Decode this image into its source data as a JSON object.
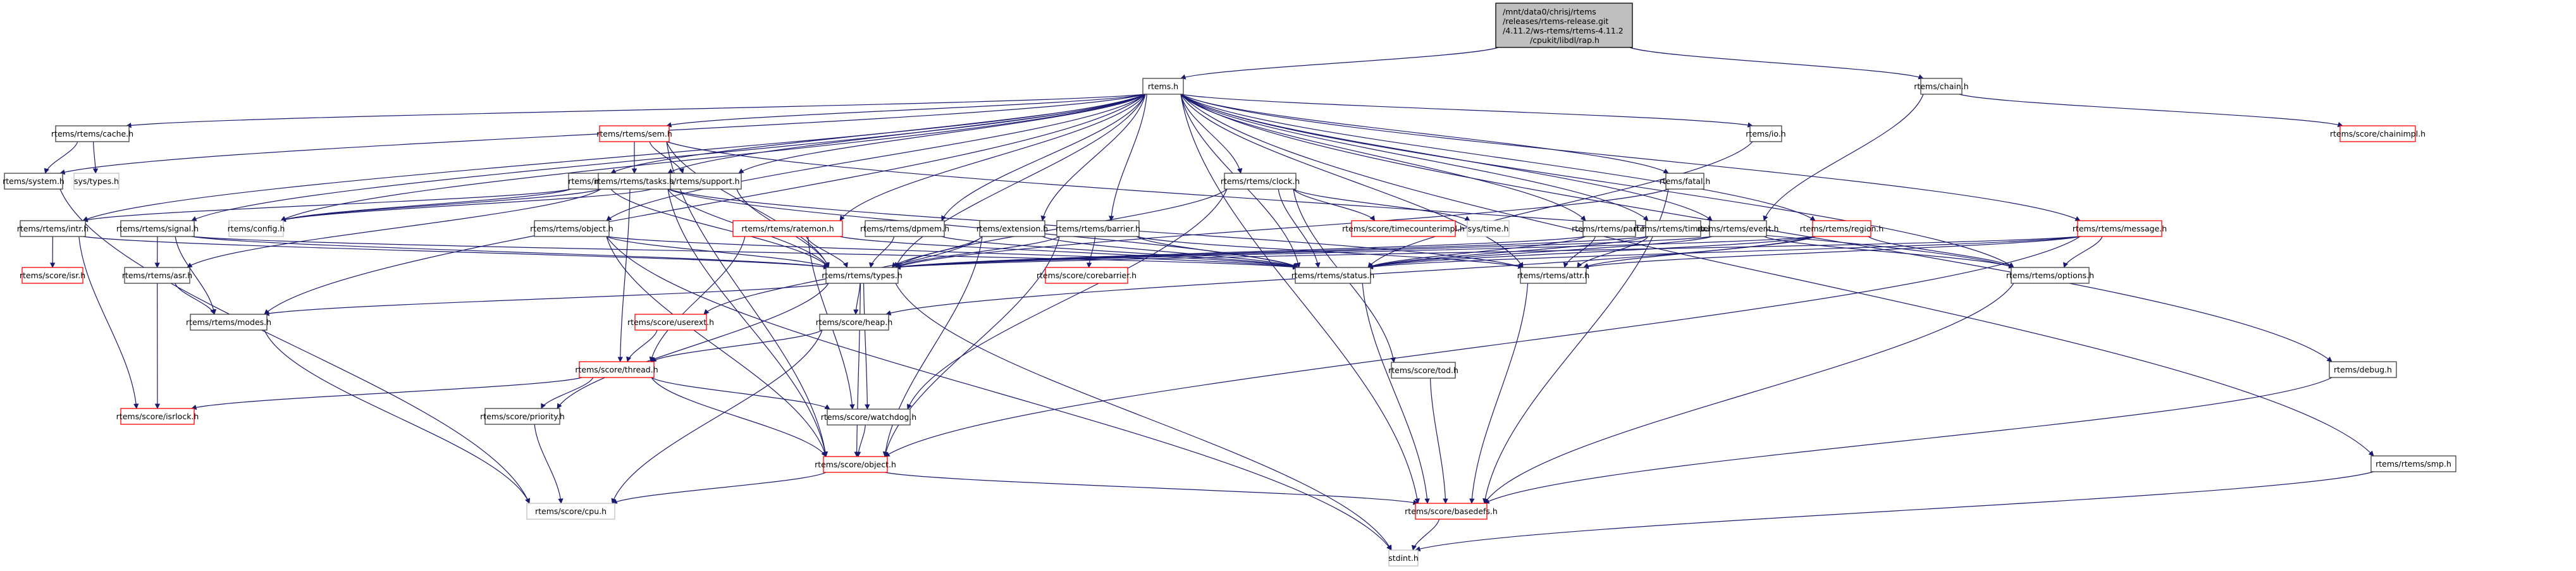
{
  "graph": {
    "title": "Include dependency graph for rap.h",
    "root": {
      "id": "root",
      "label_lines": [
        "/mnt/data0/chrisj/rtems",
        "/releases/rtems-release.git",
        "/4.11.2/ws-rtems/rtems-4.11.2",
        "/cpukit/libdl/rap.h"
      ]
    },
    "legend_colors": {
      "edge": "#191970",
      "normal_border": "#404040",
      "truncated_border": "#ff0000",
      "external_border": "#bfbfbf",
      "root_fill": "#bfbfbf"
    },
    "nodes": [
      {
        "id": "rtems_h",
        "label": "rtems.h",
        "kind": "normal"
      },
      {
        "id": "chain_h",
        "label": "rtems/chain.h",
        "kind": "normal"
      },
      {
        "id": "cache_h",
        "label": "rtems/rtems/cache.h",
        "kind": "normal"
      },
      {
        "id": "system_h",
        "label": "rtems/system.h",
        "kind": "normal"
      },
      {
        "id": "systypes_h",
        "label": "sys/types.h",
        "kind": "external"
      },
      {
        "id": "init_h",
        "label": "rtems/init.h",
        "kind": "normal"
      },
      {
        "id": "support_h",
        "label": "rtems/rtems/support.h",
        "kind": "normal"
      },
      {
        "id": "sem_h",
        "label": "rtems/rtems/sem.h",
        "kind": "truncated"
      },
      {
        "id": "tasks_h",
        "label": "rtems/rtems/tasks.h",
        "kind": "normal"
      },
      {
        "id": "clock_h",
        "label": "rtems/rtems/clock.h",
        "kind": "normal"
      },
      {
        "id": "io_h",
        "label": "rtems/io.h",
        "kind": "normal"
      },
      {
        "id": "fatal_h",
        "label": "rtems/fatal.h",
        "kind": "normal"
      },
      {
        "id": "chainimpl_h",
        "label": "rtems/score/chainimpl.h",
        "kind": "truncated"
      },
      {
        "id": "intr_h",
        "label": "rtems/rtems/intr.h",
        "kind": "normal"
      },
      {
        "id": "signal_h",
        "label": "rtems/rtems/signal.h",
        "kind": "normal"
      },
      {
        "id": "config_h",
        "label": "rtems/config.h",
        "kind": "external"
      },
      {
        "id": "object_rh",
        "label": "rtems/rtems/object.h",
        "kind": "normal"
      },
      {
        "id": "ratemon_h",
        "label": "rtems/rtems/ratemon.h",
        "kind": "truncated"
      },
      {
        "id": "dpmem_h",
        "label": "rtems/rtems/dpmem.h",
        "kind": "normal"
      },
      {
        "id": "extension_h",
        "label": "rtems/extension.h",
        "kind": "normal"
      },
      {
        "id": "barrier_h",
        "label": "rtems/rtems/barrier.h",
        "kind": "normal"
      },
      {
        "id": "timecounterimpl_h",
        "label": "rtems/score/timecounterimpl.h",
        "kind": "truncated"
      },
      {
        "id": "systime_h",
        "label": "sys/time.h",
        "kind": "external"
      },
      {
        "id": "part_h",
        "label": "rtems/rtems/part.h",
        "kind": "normal"
      },
      {
        "id": "timer_h",
        "label": "rtems/rtems/timer.h",
        "kind": "normal"
      },
      {
        "id": "event_h",
        "label": "rtems/rtems/event.h",
        "kind": "normal"
      },
      {
        "id": "region_h",
        "label": "rtems/rtems/region.h",
        "kind": "truncated"
      },
      {
        "id": "message_h",
        "label": "rtems/rtems/message.h",
        "kind": "truncated"
      },
      {
        "id": "isr_h",
        "label": "rtems/score/isr.h",
        "kind": "truncated"
      },
      {
        "id": "asr_h",
        "label": "rtems/rtems/asr.h",
        "kind": "normal"
      },
      {
        "id": "types_h",
        "label": "rtems/rtems/types.h",
        "kind": "normal"
      },
      {
        "id": "corebarrier_h",
        "label": "rtems/score/corebarrier.h",
        "kind": "truncated"
      },
      {
        "id": "status_h",
        "label": "rtems/rtems/status.h",
        "kind": "normal"
      },
      {
        "id": "attr_h",
        "label": "rtems/rtems/attr.h",
        "kind": "normal"
      },
      {
        "id": "options_h",
        "label": "rtems/rtems/options.h",
        "kind": "normal"
      },
      {
        "id": "modes_h",
        "label": "rtems/rtems/modes.h",
        "kind": "normal"
      },
      {
        "id": "userext_h",
        "label": "rtems/score/userext.h",
        "kind": "truncated"
      },
      {
        "id": "heap_h",
        "label": "rtems/score/heap.h",
        "kind": "normal"
      },
      {
        "id": "tod_h",
        "label": "rtems/score/tod.h",
        "kind": "normal"
      },
      {
        "id": "debug_h",
        "label": "rtems/debug.h",
        "kind": "normal"
      },
      {
        "id": "thread_h",
        "label": "rtems/score/thread.h",
        "kind": "truncated"
      },
      {
        "id": "isrlock_h",
        "label": "rtems/score/isrlock.h",
        "kind": "truncated"
      },
      {
        "id": "priority_h",
        "label": "rtems/score/priority.h",
        "kind": "normal"
      },
      {
        "id": "watchdog_h",
        "label": "rtems/score/watchdog.h",
        "kind": "normal"
      },
      {
        "id": "object_sh",
        "label": "rtems/score/object.h",
        "kind": "truncated"
      },
      {
        "id": "smp_h",
        "label": "rtems/rtems/smp.h",
        "kind": "normal"
      },
      {
        "id": "cpu_h",
        "label": "rtems/score/cpu.h",
        "kind": "external"
      },
      {
        "id": "basedefs_h",
        "label": "rtems/score/basedefs.h",
        "kind": "truncated"
      },
      {
        "id": "stdint_h",
        "label": "stdint.h",
        "kind": "external"
      }
    ],
    "edges": [
      [
        "root",
        "rtems_h"
      ],
      [
        "root",
        "chain_h"
      ],
      [
        "rtems_h",
        "cache_h"
      ],
      [
        "rtems_h",
        "system_h"
      ],
      [
        "rtems_h",
        "init_h"
      ],
      [
        "rtems_h",
        "support_h"
      ],
      [
        "rtems_h",
        "sem_h"
      ],
      [
        "rtems_h",
        "tasks_h"
      ],
      [
        "rtems_h",
        "clock_h"
      ],
      [
        "rtems_h",
        "io_h"
      ],
      [
        "rtems_h",
        "fatal_h"
      ],
      [
        "rtems_h",
        "intr_h"
      ],
      [
        "rtems_h",
        "signal_h"
      ],
      [
        "rtems_h",
        "config_h"
      ],
      [
        "rtems_h",
        "object_rh"
      ],
      [
        "rtems_h",
        "ratemon_h"
      ],
      [
        "rtems_h",
        "dpmem_h"
      ],
      [
        "rtems_h",
        "extension_h"
      ],
      [
        "rtems_h",
        "barrier_h"
      ],
      [
        "rtems_h",
        "part_h"
      ],
      [
        "rtems_h",
        "timer_h"
      ],
      [
        "rtems_h",
        "event_h"
      ],
      [
        "rtems_h",
        "region_h"
      ],
      [
        "rtems_h",
        "message_h"
      ],
      [
        "rtems_h",
        "debug_h"
      ],
      [
        "rtems_h",
        "smp_h"
      ],
      [
        "rtems_h",
        "types_h"
      ],
      [
        "rtems_h",
        "status_h"
      ],
      [
        "rtems_h",
        "modes_h"
      ],
      [
        "rtems_h",
        "options_h"
      ],
      [
        "rtems_h",
        "attr_h"
      ],
      [
        "rtems_h",
        "basedefs_h"
      ],
      [
        "chain_h",
        "chainimpl_h"
      ],
      [
        "chain_h",
        "event_h"
      ],
      [
        "cache_h",
        "system_h"
      ],
      [
        "cache_h",
        "systypes_h"
      ],
      [
        "system_h",
        "cpu_h"
      ],
      [
        "init_h",
        "intr_h"
      ],
      [
        "init_h",
        "config_h"
      ],
      [
        "init_h",
        "types_h"
      ],
      [
        "support_h",
        "config_h"
      ],
      [
        "support_h",
        "types_h"
      ],
      [
        "sem_h",
        "support_h"
      ],
      [
        "sem_h",
        "tasks_h"
      ],
      [
        "sem_h",
        "object_sh"
      ],
      [
        "sem_h",
        "types_h"
      ],
      [
        "sem_h",
        "options_h"
      ],
      [
        "tasks_h",
        "config_h"
      ],
      [
        "tasks_h",
        "types_h"
      ],
      [
        "tasks_h",
        "asr_h"
      ],
      [
        "tasks_h",
        "thread_h"
      ],
      [
        "tasks_h",
        "object_sh"
      ],
      [
        "tasks_h",
        "status_h"
      ],
      [
        "tasks_h",
        "attr_h"
      ],
      [
        "clock_h",
        "types_h"
      ],
      [
        "clock_h",
        "status_h"
      ],
      [
        "clock_h",
        "timecounterimpl_h"
      ],
      [
        "clock_h",
        "systime_h"
      ],
      [
        "clock_h",
        "tod_h"
      ],
      [
        "clock_h",
        "watchdog_h"
      ],
      [
        "io_h",
        "status_h"
      ],
      [
        "fatal_h",
        "types_h"
      ],
      [
        "fatal_h",
        "basedefs_h"
      ],
      [
        "intr_h",
        "isr_h"
      ],
      [
        "intr_h",
        "isrlock_h"
      ],
      [
        "intr_h",
        "types_h"
      ],
      [
        "signal_h",
        "asr_h"
      ],
      [
        "signal_h",
        "modes_h"
      ],
      [
        "signal_h",
        "types_h"
      ],
      [
        "signal_h",
        "status_h"
      ],
      [
        "object_rh",
        "types_h"
      ],
      [
        "object_rh",
        "status_h"
      ],
      [
        "object_rh",
        "object_sh"
      ],
      [
        "object_rh",
        "stdint_h"
      ],
      [
        "ratemon_h",
        "types_h"
      ],
      [
        "ratemon_h",
        "thread_h"
      ],
      [
        "ratemon_h",
        "watchdog_h"
      ],
      [
        "ratemon_h",
        "status_h"
      ],
      [
        "dpmem_h",
        "types_h"
      ],
      [
        "dpmem_h",
        "status_h"
      ],
      [
        "extension_h",
        "types_h"
      ],
      [
        "extension_h",
        "userext_h"
      ],
      [
        "extension_h",
        "object_sh"
      ],
      [
        "extension_h",
        "status_h"
      ],
      [
        "barrier_h",
        "types_h"
      ],
      [
        "barrier_h",
        "status_h"
      ],
      [
        "barrier_h",
        "corebarrier_h"
      ],
      [
        "barrier_h",
        "attr_h"
      ],
      [
        "barrier_h",
        "object_sh"
      ],
      [
        "part_h",
        "types_h"
      ],
      [
        "part_h",
        "status_h"
      ],
      [
        "part_h",
        "attr_h"
      ],
      [
        "timer_h",
        "types_h"
      ],
      [
        "timer_h",
        "attr_h"
      ],
      [
        "timer_h",
        "status_h"
      ],
      [
        "event_h",
        "types_h"
      ],
      [
        "event_h",
        "status_h"
      ],
      [
        "event_h",
        "options_h"
      ],
      [
        "region_h",
        "types_h"
      ],
      [
        "region_h",
        "status_h"
      ],
      [
        "region_h",
        "options_h"
      ],
      [
        "region_h",
        "attr_h"
      ],
      [
        "region_h",
        "heap_h"
      ],
      [
        "message_h",
        "types_h"
      ],
      [
        "message_h",
        "status_h"
      ],
      [
        "message_h",
        "options_h"
      ],
      [
        "message_h",
        "attr_h"
      ],
      [
        "message_h",
        "object_sh"
      ],
      [
        "asr_h",
        "modes_h"
      ],
      [
        "asr_h",
        "isrlock_h"
      ],
      [
        "types_h",
        "heap_h"
      ],
      [
        "types_h",
        "modes_h"
      ],
      [
        "types_h",
        "object_sh"
      ],
      [
        "types_h",
        "priority_h"
      ],
      [
        "types_h",
        "watchdog_h"
      ],
      [
        "types_h",
        "stdint_h"
      ],
      [
        "status_h",
        "basedefs_h"
      ],
      [
        "attr_h",
        "basedefs_h"
      ],
      [
        "options_h",
        "basedefs_h"
      ],
      [
        "modes_h",
        "cpu_h"
      ],
      [
        "userext_h",
        "thread_h"
      ],
      [
        "heap_h",
        "thread_h"
      ],
      [
        "heap_h",
        "cpu_h"
      ],
      [
        "thread_h",
        "isrlock_h"
      ],
      [
        "thread_h",
        "priority_h"
      ],
      [
        "thread_h",
        "watchdog_h"
      ],
      [
        "thread_h",
        "object_sh"
      ],
      [
        "priority_h",
        "cpu_h"
      ],
      [
        "watchdog_h",
        "object_sh"
      ],
      [
        "object_sh",
        "cpu_h"
      ],
      [
        "object_sh",
        "basedefs_h"
      ],
      [
        "tod_h",
        "basedefs_h"
      ],
      [
        "debug_h",
        "basedefs_h"
      ],
      [
        "smp_h",
        "stdint_h"
      ],
      [
        "basedefs_h",
        "stdint_h"
      ]
    ]
  }
}
